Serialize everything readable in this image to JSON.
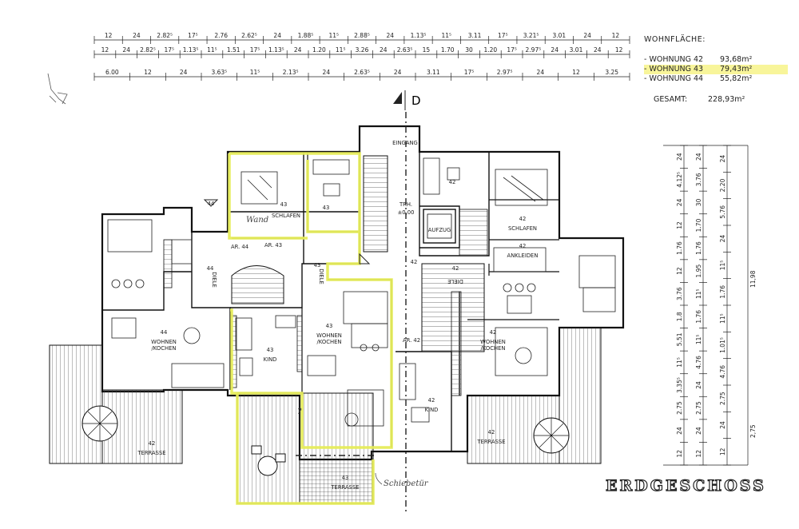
{
  "dimensions": {
    "row1": [
      "12",
      "24",
      "2.82⁵",
      "17⁵",
      "2.76",
      "2.62⁵",
      "24",
      "1.88⁵",
      "11⁵",
      "2.88⁵",
      "24",
      "1.13⁵",
      "11⁵",
      "3.11",
      "17⁵",
      "3.21⁵",
      "3.01",
      "24",
      "12"
    ],
    "row2": [
      "12",
      "24",
      "2.82⁵",
      "17⁵",
      "1.13⁵",
      "11⁵",
      "1.51",
      "17⁵",
      "1.13⁵",
      "24",
      "1.20",
      "11⁵",
      "3.26",
      "24",
      "2.63⁵",
      "15",
      "1.70",
      "30",
      "1.20",
      "17⁵",
      "2.97⁵",
      "24",
      "3.01",
      "24",
      "12"
    ],
    "row3": [
      "6.00",
      "12",
      "24",
      "3.63⁵",
      "11⁵",
      "2.13⁵",
      "24",
      "2.63⁵",
      "24",
      "3.11",
      "17⁵",
      "2.97⁵",
      "24",
      "12",
      "3.25"
    ],
    "right_inner": [
      "24",
      "4.12⁵",
      "24",
      "12",
      "1.76",
      "12",
      "3.76",
      "1.8",
      "5.51",
      "11⁵",
      "3.35⁵",
      "2.75",
      "24",
      "12"
    ],
    "right_mid": [
      "24",
      "3.76",
      "30",
      "1.70",
      "1.76",
      "1.95",
      "11⁵",
      "1.76",
      "11⁵",
      "4.76",
      "24",
      "2.75",
      "24",
      "12"
    ],
    "right_outer": [
      "24",
      "2.20",
      "5.76",
      "24",
      "11⁵",
      "1.76",
      "11⁵",
      "1.01⁵",
      "4.76",
      "2.75",
      "24",
      "12"
    ],
    "total_height": "11,98",
    "bottom_height": "2,75"
  },
  "area_panel": {
    "header": "WOHNFLÄCHE:",
    "rows": [
      {
        "label": "- WOHNUNG 42",
        "value": "93,68m²",
        "highlight": false
      },
      {
        "label": "- WOHNUNG 43",
        "value": "79,43m²",
        "highlight": true
      },
      {
        "label": "- WOHNUNG 44",
        "value": "55,82m²",
        "highlight": false
      }
    ],
    "total_label": "GESAMT:",
    "total_value": "228,93m²"
  },
  "rooms": {
    "eingang": "EINGANG",
    "trh": "TRH.",
    "trh_level": "±0,00",
    "aufzug": "AUFZUG",
    "schlafen_43": "SCHLAFEN",
    "schlafen_43_no": "43",
    "bad_43": "43",
    "ar_44": "AR. 44",
    "ar_43": "AR. 43",
    "diele_44": "DIELE",
    "diele_44_no": "44",
    "diele_43": "DIELE",
    "diele_43_no": "43",
    "wohnen_44": "WOHNEN\n/KOCHEN",
    "wohnen_44_no": "44",
    "kind_43": "KIND",
    "kind_43_no": "43",
    "wohnen_43": "WOHNEN\n/KOCHEN",
    "wohnen_43_no": "43",
    "terrasse_44": "TERRASSE",
    "terrasse_44_no": "42",
    "terrasse_43": "TERRASSE",
    "terrasse_43_no": "43",
    "ar_42": "AR. 42",
    "diele_42": "DIELE",
    "diele_42_no": "42",
    "bad_42": "42",
    "schlafen_42": "SCHLAFEN",
    "schlafen_42_no": "42",
    "ankleiden": "ANKLEIDEN",
    "ankleiden_no": "42",
    "wohnen_42": "WOHNEN\n/KOCHEN",
    "wohnen_42_no": "42",
    "kind_42": "KIND",
    "kind_42_no": "42",
    "terrasse_42": "TERRASSE",
    "terrasse_42_no": "42",
    "stair_42": "42",
    "north_label": "D",
    "bezug_44": "44"
  },
  "handwriting": {
    "note_wand": "Wand",
    "note_schiebetuer": "Schiebetür",
    "note_q": "?"
  },
  "title": "ERDGESCHOSS",
  "colors": {
    "highlight_yellow": "#e6ec5a",
    "line": "#222222",
    "hatch": "#555555"
  }
}
